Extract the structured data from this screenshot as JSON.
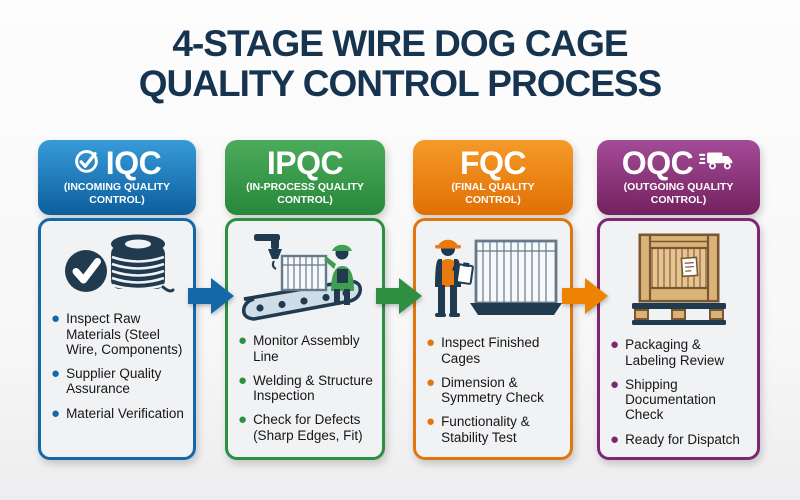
{
  "title": {
    "line1": "4-STAGE WIRE DOG CAGE",
    "line2": "QUALITY CONTROL PROCESS",
    "color": "#16344f"
  },
  "stages": [
    {
      "acronym": "IQC",
      "subtitle": "(INCOMING QUALITY CONTROL)",
      "accent": "#1468a8",
      "header_gradient_top": "#379bd8",
      "header_gradient_bottom": "#0c5e9c",
      "header_icon": "check-circle-icon",
      "illustration": "wire-coil-with-check",
      "bullets": [
        "Inspect Raw Materials (Steel Wire, Components)",
        "Supplier Quality Assurance",
        "Material Verification"
      ]
    },
    {
      "acronym": "IPQC",
      "subtitle": "(IN-PROCESS QUALITY CONTROL)",
      "accent": "#2e8f42",
      "header_gradient_top": "#4cab5b",
      "header_gradient_bottom": "#27873a",
      "header_icon": "",
      "illustration": "assembly-line-with-worker",
      "bullets": [
        "Monitor Assembly Line",
        "Welding & Structure Inspection",
        "Check for Defects (Sharp Edges, Fit)"
      ]
    },
    {
      "acronym": "FQC",
      "subtitle": "(FINAL QUALITY CONTROL)",
      "accent": "#e0770e",
      "header_gradient_top": "#f59a28",
      "header_gradient_bottom": "#e06f04",
      "header_icon": "",
      "illustration": "inspector-with-finished-cage",
      "bullets": [
        "Inspect Finished Cages",
        "Dimension & Symmetry Check",
        "Functionality & Stability Test"
      ]
    },
    {
      "acronym": "OQC",
      "subtitle": "(OUTGOING QUALITY CONTROL)",
      "accent": "#7d2671",
      "header_gradient_top": "#a34b97",
      "header_gradient_bottom": "#74215f",
      "header_icon": "delivery-truck-icon",
      "illustration": "packed-crate-on-pallet",
      "bullets": [
        "Packaging & Labeling Review",
        "Shipping Documentation Check",
        "Ready for Dispatch"
      ]
    }
  ],
  "arrows": [
    {
      "color": "#1468a8",
      "direction": "right"
    },
    {
      "color": "#2e8f42",
      "direction": "right"
    },
    {
      "color": "#ef8200",
      "direction": "right"
    }
  ]
}
